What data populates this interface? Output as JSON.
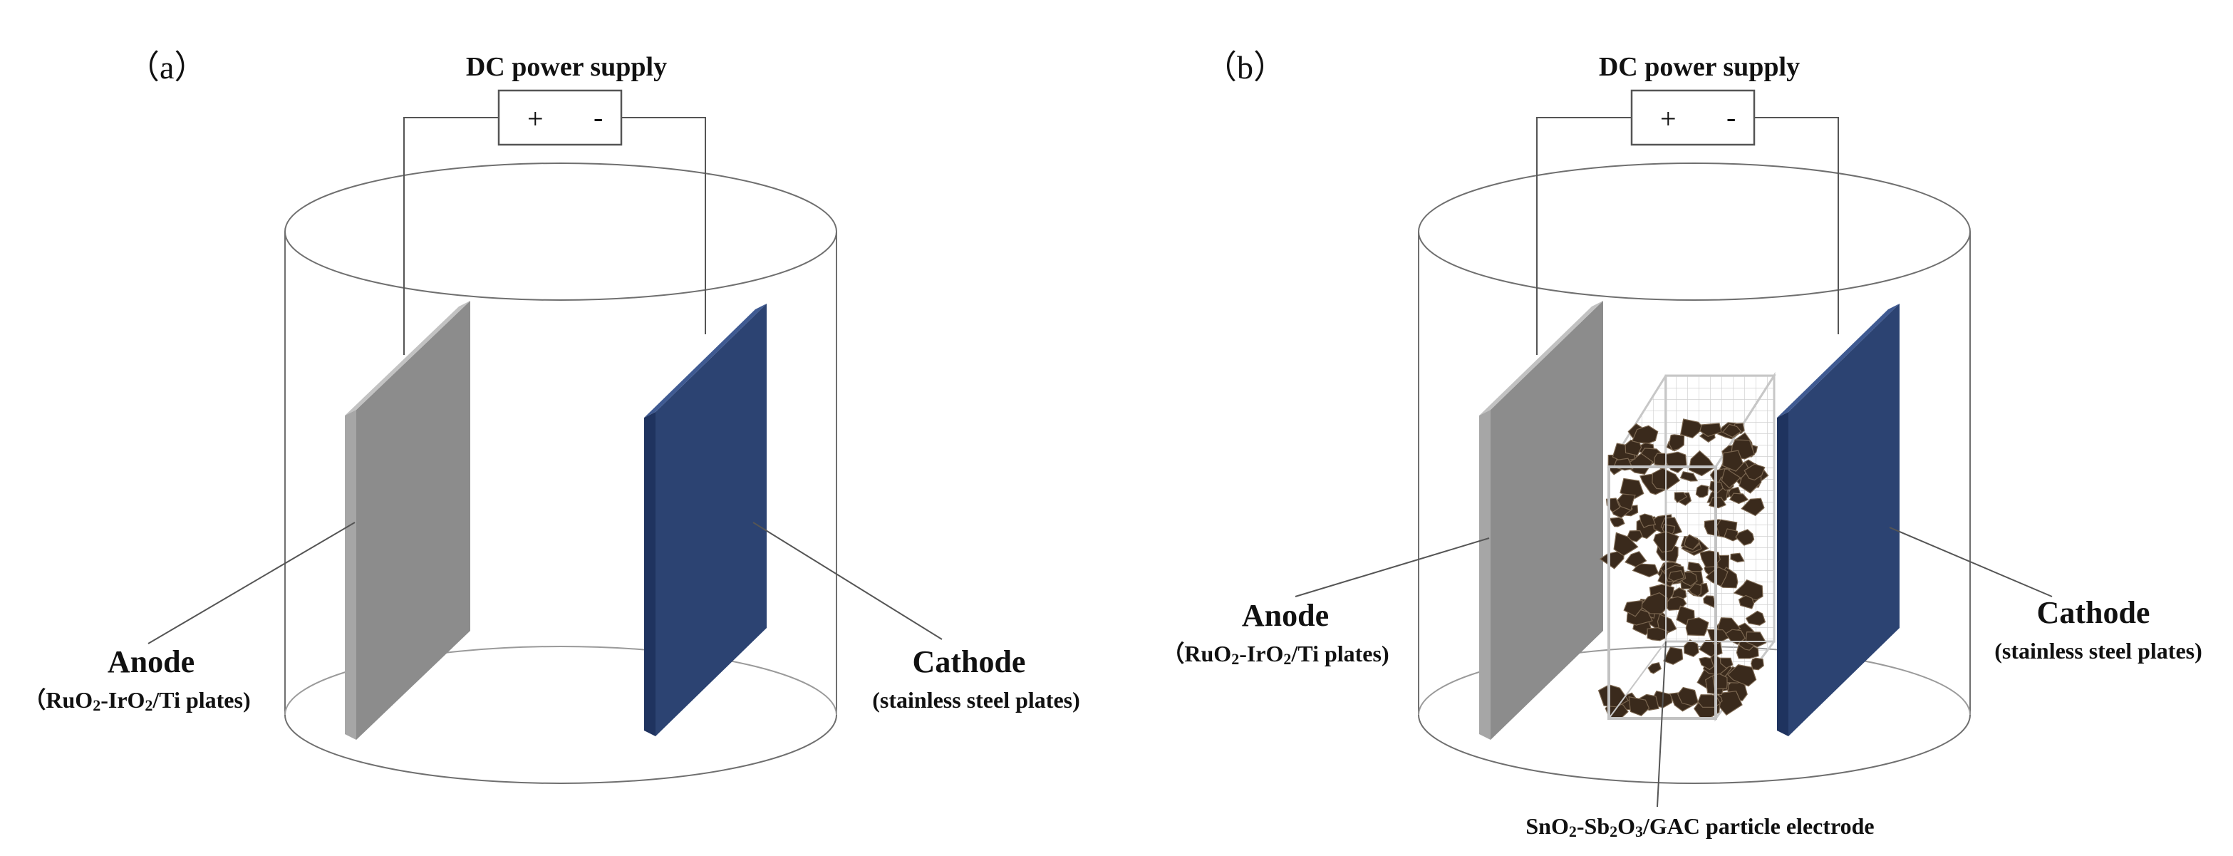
{
  "panels": [
    {
      "tag": "（a）",
      "power_supply": "DC power supply",
      "plus": "+",
      "minus": "-",
      "anode": {
        "title": "Anode",
        "p1": "（RuO",
        "s1": "2",
        "p2": "-IrO",
        "s2": "2",
        "p3": "/Ti plates)"
      },
      "cathode": {
        "title": "Cathode",
        "sub": "(stainless steel plates)"
      }
    },
    {
      "tag": "（b）",
      "power_supply": "DC power supply",
      "plus": "+",
      "minus": "-",
      "anode": {
        "title": "Anode",
        "p1": "（RuO",
        "s1": "2",
        "p2": "-IrO",
        "s2": "2",
        "p3": "/Ti plates)"
      },
      "cathode": {
        "title": "Cathode",
        "sub": "(stainless steel plates)"
      },
      "particle": {
        "p1": "SnO",
        "s1": "2",
        "p2": "-Sb",
        "s2": "2",
        "p3": "O",
        "s3": "3",
        "p4": "/GAC particle electrode"
      }
    }
  ],
  "colors": {
    "anode_front": "#a6a6a6",
    "anode_side": "#8c8c8c",
    "cathode_front": "#2c4372",
    "cathode_side": "#1f335f",
    "particle": "#3a2a1c",
    "mesh": "#bdbdbd",
    "outline": "#6f6f6f"
  }
}
